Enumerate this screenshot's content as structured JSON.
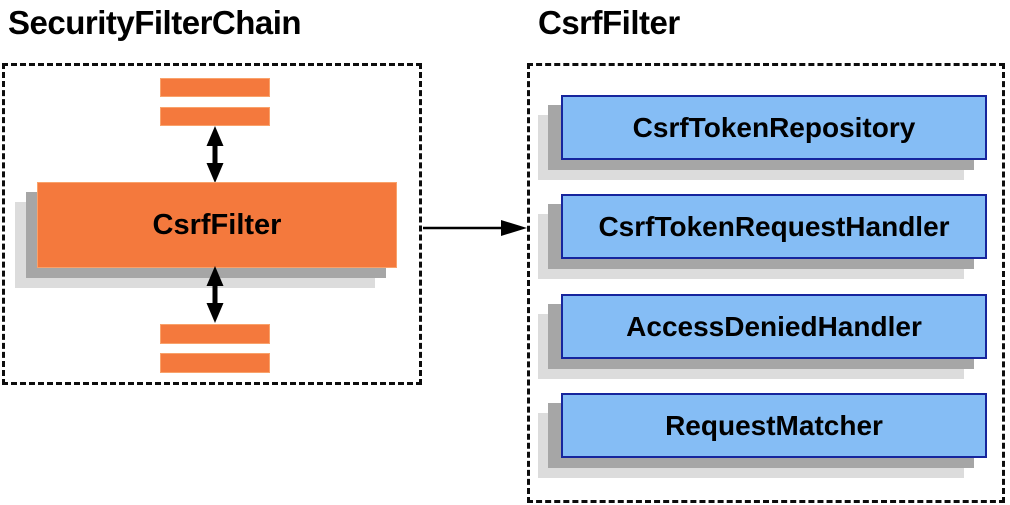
{
  "diagram": {
    "left_panel": {
      "title": "SecurityFilterChain",
      "filter_box_label": "CsrfFilter"
    },
    "right_panel": {
      "title": "CsrfFilter",
      "components": [
        "CsrfTokenRepository",
        "CsrfTokenRequestHandler",
        "AccessDeniedHandler",
        "RequestMatcher"
      ]
    },
    "colors": {
      "orange": "#f4793d",
      "orange_edge": "#f9a26b",
      "blue_fill": "#85bdf5",
      "blue_border": "#16259d",
      "shadow_dark": "#a6a6a6",
      "shadow_light": "#dcdcdc",
      "ink": "#000000"
    }
  }
}
